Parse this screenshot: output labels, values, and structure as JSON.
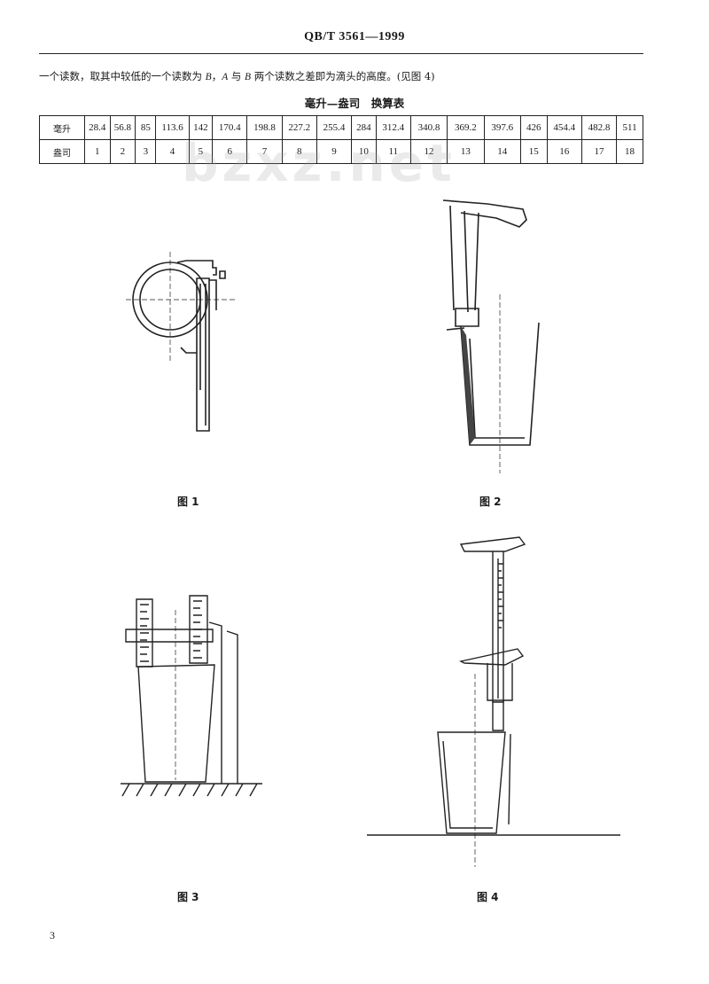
{
  "header": {
    "standard_code": "QB/T 3561—1999"
  },
  "intro_text": {
    "part1": "一个读数，取其中较低的一个读数为 ",
    "var_b1": "B",
    "part2": "，",
    "var_a": "A",
    "part3": " 与 ",
    "var_b2": "B",
    "part4": " 两个读数之差即为滴头的高度。(见图 4)"
  },
  "conversion_table": {
    "title": "毫升—盎司　换算表",
    "rows": [
      {
        "label": "毫升",
        "values": [
          "28.4",
          "56.8",
          "85",
          "113.6",
          "142",
          "170.4",
          "198.8",
          "227.2",
          "255.4",
          "284",
          "312.4",
          "340.8",
          "369.2",
          "397.6",
          "426",
          "454.4",
          "482.8",
          "511"
        ]
      },
      {
        "label": "盎司",
        "values": [
          "1",
          "2",
          "3",
          "4",
          "5",
          "6",
          "7",
          "8",
          "9",
          "10",
          "11",
          "12",
          "13",
          "14",
          "15",
          "16",
          "17",
          "18"
        ]
      }
    ]
  },
  "watermark": "bzxz.net",
  "figures": [
    {
      "caption": "图 1"
    },
    {
      "caption": "图 2"
    },
    {
      "caption": "图 3"
    },
    {
      "caption": "图 4"
    }
  ],
  "page_number": "3"
}
